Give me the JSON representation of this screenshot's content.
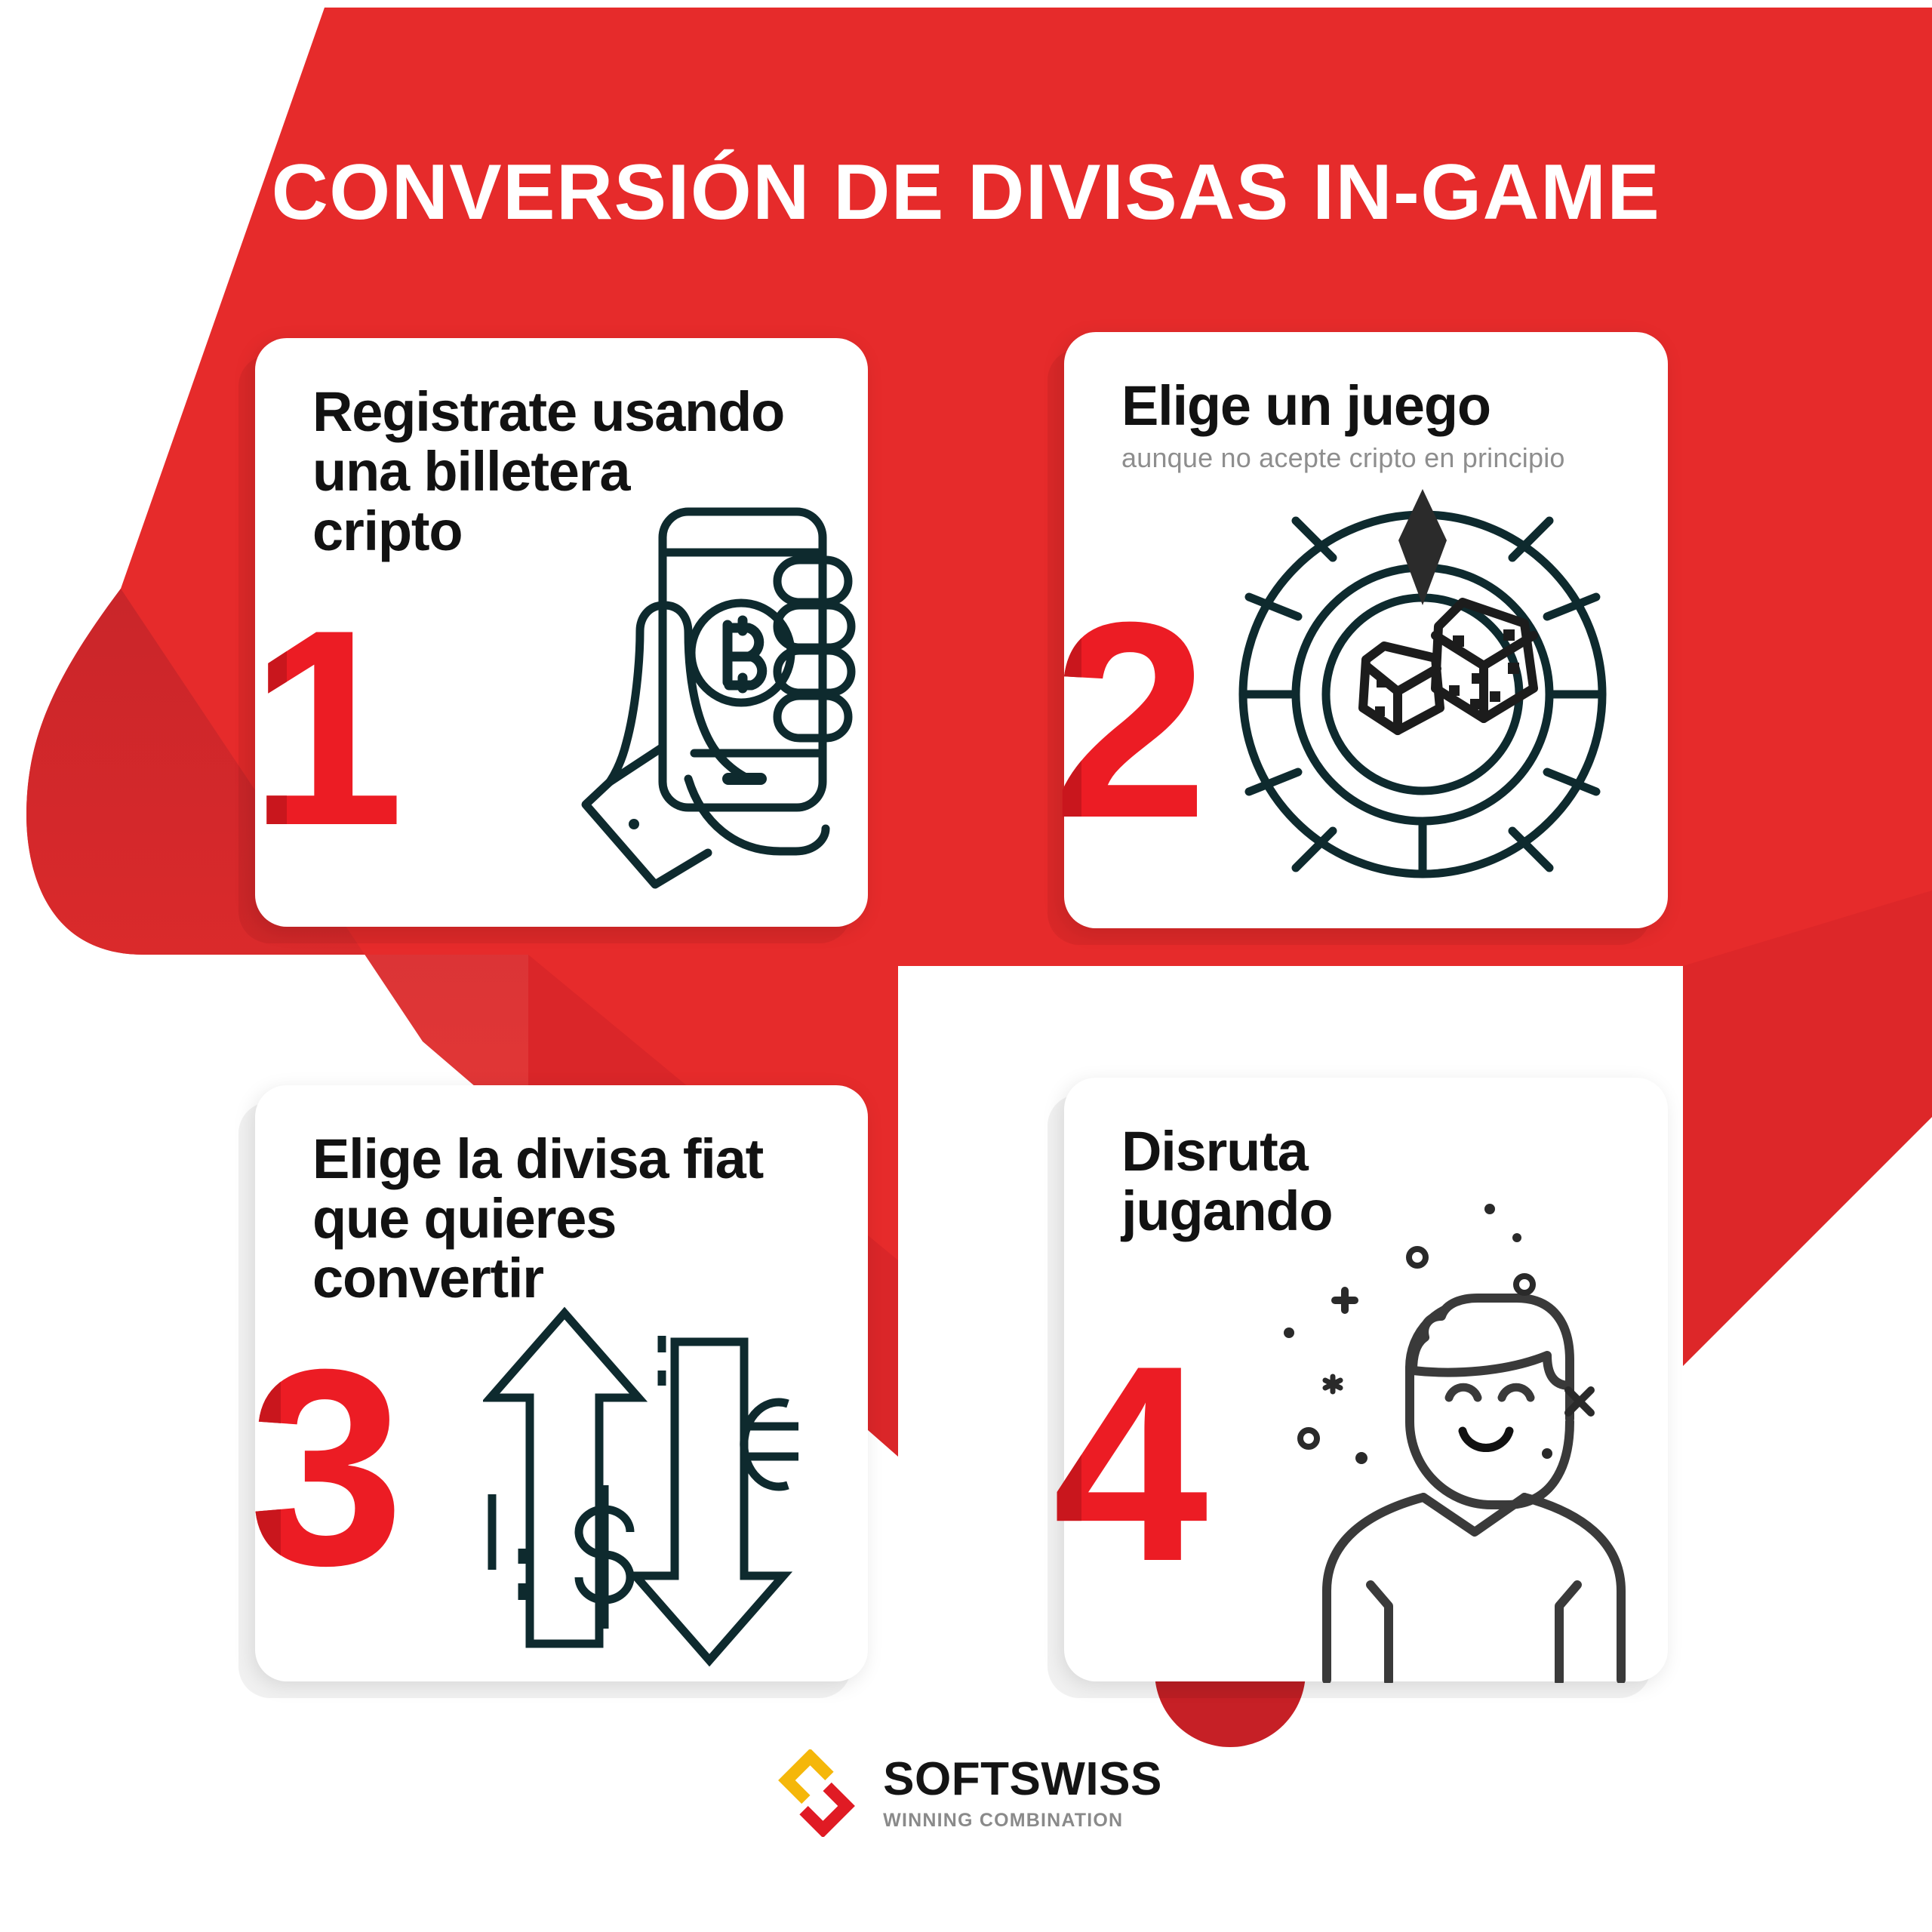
{
  "page": {
    "title": "CONVERSIÓN DE DIVISAS IN-GAME",
    "brand_red": "#EC1C24",
    "banner_red": "#E62B2B",
    "ink": "#0E2A2E",
    "background": "#FFFFFF"
  },
  "steps": [
    {
      "number": "1",
      "title": "Registrate usando\nuna billetera\ncripto",
      "subtitle": "",
      "icon": "hand-holding-phone-bitcoin-icon"
    },
    {
      "number": "2",
      "title": "Elige un juego",
      "subtitle": "aunque no acepte cripto en principio",
      "icon": "fortune-wheel-dice-icon"
    },
    {
      "number": "3",
      "title": "Elige la divisa fiat\nque quieres\nconvertir",
      "subtitle": "",
      "icon": "currency-exchange-arrows-icon"
    },
    {
      "number": "4",
      "title": "Disruta\njugando",
      "subtitle": "",
      "icon": "happy-player-icon"
    }
  ],
  "footer": {
    "logo_word": "SOFTSWISS",
    "logo_tagline": "WINNING COMBINATION",
    "logo_yellow": "#F5B70A",
    "logo_red": "#E01B24"
  }
}
